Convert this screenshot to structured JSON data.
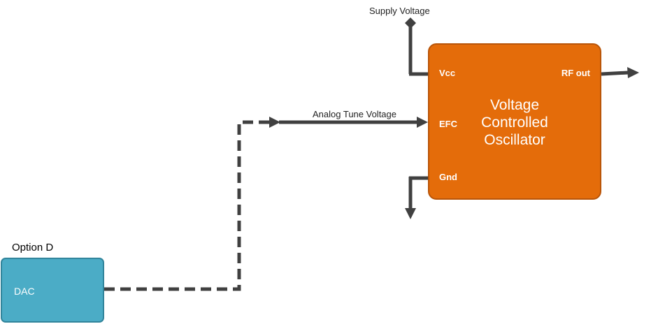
{
  "labels": {
    "supply_voltage": "Supply Voltage",
    "analog_tune_voltage": "Analog Tune Voltage",
    "option": "Option D"
  },
  "vco": {
    "title_lines": [
      "Voltage",
      "Controlled",
      "Oscillator"
    ],
    "pins": {
      "vcc": "Vcc",
      "efc": "EFC",
      "gnd": "Gnd",
      "rf_out": "RF out"
    },
    "fill_color": "#E46C0A",
    "border_color": "#B85408"
  },
  "dac": {
    "label": "DAC",
    "fill_color": "#4BACC6",
    "border_color": "#31849B"
  },
  "connector_color": "#404040"
}
